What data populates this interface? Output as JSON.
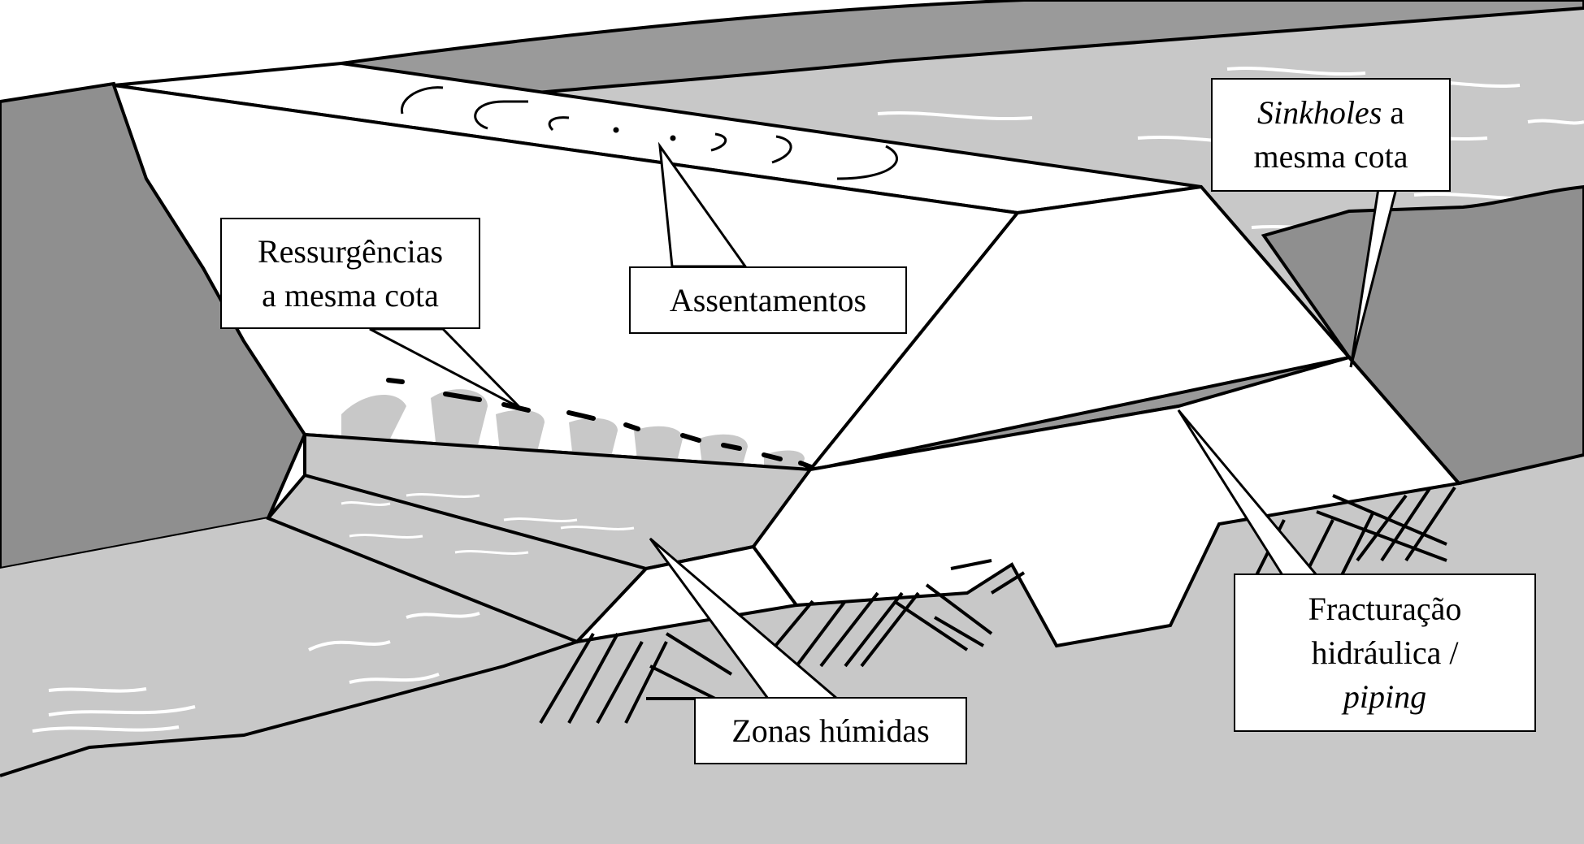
{
  "colors": {
    "rock_dark": "#8f8f8f",
    "water_light": "#c8c8c8",
    "dam_face": "#ffffff",
    "outline": "#000000",
    "seepage": "#c8c8c8",
    "reservoir_dark": "#9a9a9a"
  },
  "labels": {
    "ressurgencias": {
      "line1": "Ressurgências",
      "line2": "a mesma cota"
    },
    "assentamentos": "Assentamentos",
    "sinkholes": {
      "line1_italic": "Sinkholes",
      "line1_rest": " a",
      "line2": "mesma cota"
    },
    "fracturacao": {
      "line1": "Fracturação",
      "line2": "hidráulica /",
      "line3_italic": "piping"
    },
    "zonas_humidas": "Zonas húmidas"
  }
}
